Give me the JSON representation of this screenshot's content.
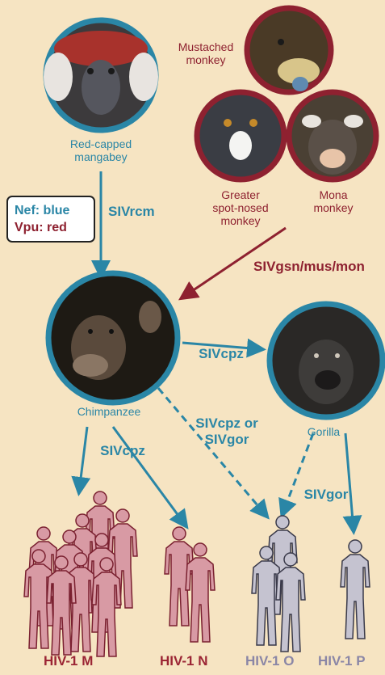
{
  "colors": {
    "background": "#f6e4c2",
    "blue": "#2a86a6",
    "red": "#8e2130",
    "hiv_m_n": "#9b2534",
    "hiv_o_p": "#8a86a6",
    "human_red_fill": "#d89aa4",
    "human_grey_fill": "#c5c3d0"
  },
  "legend": {
    "nef": "Nef: blue",
    "vpu": "Vpu: red"
  },
  "animals": {
    "red_capped_mangabey": "Red-capped\nmangabey",
    "mustached_monkey": "Mustached\nmonkey",
    "greater_spot_nosed_monkey": "Greater\nspot-nosed\nmonkey",
    "mona_monkey": "Mona\nmonkey",
    "chimpanzee": "Chimpanzee",
    "gorilla": "Gorilla"
  },
  "arrows": {
    "sivrcm": "SIVrcm",
    "sivgsn_mus_mon": "SIVgsn/mus/mon",
    "sivcpz_to_gorilla": "SIVcpz",
    "sivcpz_or_sivgor": "SIVcpz or\nSIVgor",
    "sivcpz_to_m_n": "SIVcpz",
    "sivgor": "SIVgor"
  },
  "hiv_groups": [
    "HIV-1 M",
    "HIV-1 N",
    "HIV-1 O",
    "HIV-1 P"
  ]
}
